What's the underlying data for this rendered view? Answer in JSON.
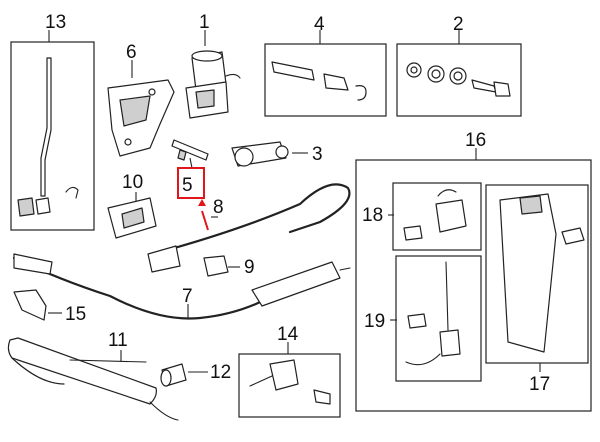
{
  "callouts": {
    "c1": "1",
    "c2": "2",
    "c3": "3",
    "c4": "4",
    "c5": "5",
    "c6": "6",
    "c7": "7",
    "c8": "8",
    "c9": "9",
    "c10": "10",
    "c11": "11",
    "c12": "12",
    "c13": "13",
    "c14": "14",
    "c15": "15",
    "c16": "16",
    "c17": "17",
    "c18": "18",
    "c19": "19"
  },
  "colors": {
    "highlight": "#e0161b",
    "line": "#222222",
    "fill_gray": "#cfcfcf"
  }
}
